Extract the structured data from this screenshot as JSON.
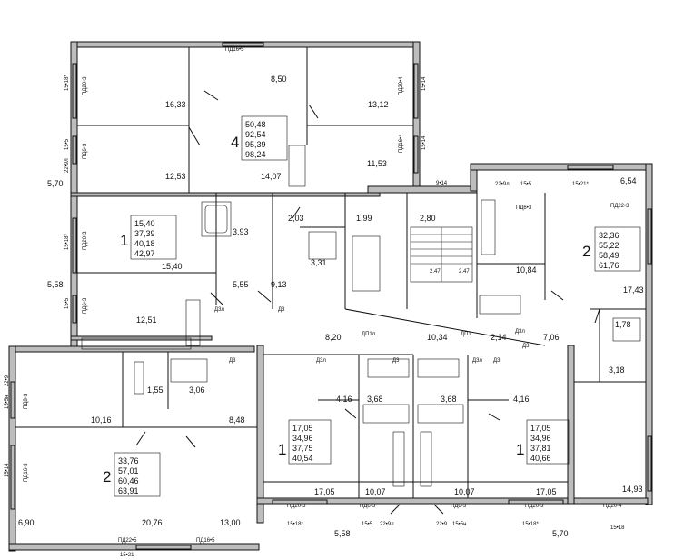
{
  "apartments": {
    "apt_top": {
      "rooms": "4",
      "areas": [
        "50,48",
        "92,54",
        "95,39",
        "98,24"
      ],
      "room_areas": [
        "8,50",
        "16,33",
        "13,12",
        "12,53",
        "14,07",
        "11,53"
      ]
    },
    "apt_left_mid": {
      "rooms": "1",
      "areas": [
        "15,40",
        "37,39",
        "40,18",
        "42,97"
      ],
      "room_areas": [
        "3,93",
        "15,40",
        "5,55",
        "9,13",
        "12,51"
      ]
    },
    "apt_right_top": {
      "rooms": "2",
      "areas": [
        "32,36",
        "55,22",
        "58,49",
        "61,76"
      ],
      "room_areas": [
        "6,54",
        "10,84",
        "17,43",
        "1,78",
        "3,18",
        "7,06"
      ]
    },
    "apt_bottom_left": {
      "rooms": "2",
      "areas": [
        "33,76",
        "57,01",
        "60,46",
        "63,91"
      ],
      "room_areas": [
        "1,55",
        "3,06",
        "10,16",
        "8,48",
        "20,76",
        "13,00",
        "6,90"
      ]
    },
    "apt_center_left": {
      "rooms": "1",
      "areas": [
        "17,05",
        "34,96",
        "37,75",
        "40,54"
      ],
      "room_areas": [
        "4,16",
        "3,68",
        "17,05",
        "10,07",
        "5,58"
      ]
    },
    "apt_center_right": {
      "rooms": "1",
      "areas": [
        "17,05",
        "34,96",
        "37,81",
        "40,66"
      ],
      "room_areas": [
        "4,16",
        "3,68",
        "17,05",
        "10,07",
        "5,70",
        "14,93"
      ]
    }
  },
  "common_areas": {
    "lobby_a": "2,03",
    "lobby_b": "1,99",
    "stair": "2,80",
    "room_331": "3,31",
    "corridor_1": "8,20",
    "corridor_2": "10,34",
    "corridor_3": "2,14",
    "balcony_left": "5,70",
    "balcony_left2": "5,58"
  },
  "stair_marks": [
    "2.47",
    "2.47"
  ],
  "tags": {
    "pd16_5_top": "ПД16•5",
    "pd20_3_left": "ПД20•3",
    "w15_18_left": "15•18*",
    "pd20_4_right": "ПД20•4",
    "w15_14_right": "15•14",
    "pd16_4_right": "ПД16•4",
    "w15_14_right2": "15•14",
    "pd6_3_left": "ПД6•3",
    "w15_5_left": "15•5",
    "w22_9_left": "22•9л",
    "w9_14": "9•14",
    "w22_9_right": "22•9л",
    "w15_5_right": "15•5",
    "w15_21_right": "15•21*",
    "pd6_3_right": "ПД6•3",
    "pd22_3_right": "ПД22•3",
    "pd20_3_left2": "ПД20•3",
    "w15_18_left2": "15•18*",
    "w15_5_left2": "15•5",
    "pd6_3_left2": "ПД6•3",
    "d3l_1": "Д3л",
    "d3_1": "Д3",
    "dp1l": "ДП1л",
    "dp1": "ДП1",
    "d3l_2": "Д3л",
    "d3_2": "Д3",
    "d3l_3": "Д3л",
    "d3_3": "Д3",
    "d3l_4": "Д3л",
    "d3_4": "Д3",
    "w22_9_bl": "22•9",
    "pd8_3": "ПД8•3",
    "w15_5n": "15•5н",
    "pd16_3": "ПД16•3",
    "w15_14_bl": "15•14",
    "pd22_5": "ПД22•5",
    "pd16_5_bottom": "ПД16•5",
    "w15_21_bottom": "15•21",
    "pd20_3_b1": "ПД20•3",
    "pd6_3_b1": "ПД6•3",
    "pd6_3_b2": "ПД6•3",
    "pd20_3_b2": "ПД20•3",
    "pd20_4_b": "ПД20•4",
    "w15_18_b1": "15•18*",
    "w15_5_b1": "15•5",
    "w22_9_b1": "22•9л",
    "w22_9_b2": "22•9",
    "w15_5n_b": "15•5н",
    "w15_18_b2": "15•18*",
    "w15_18_b3": "15•18"
  }
}
